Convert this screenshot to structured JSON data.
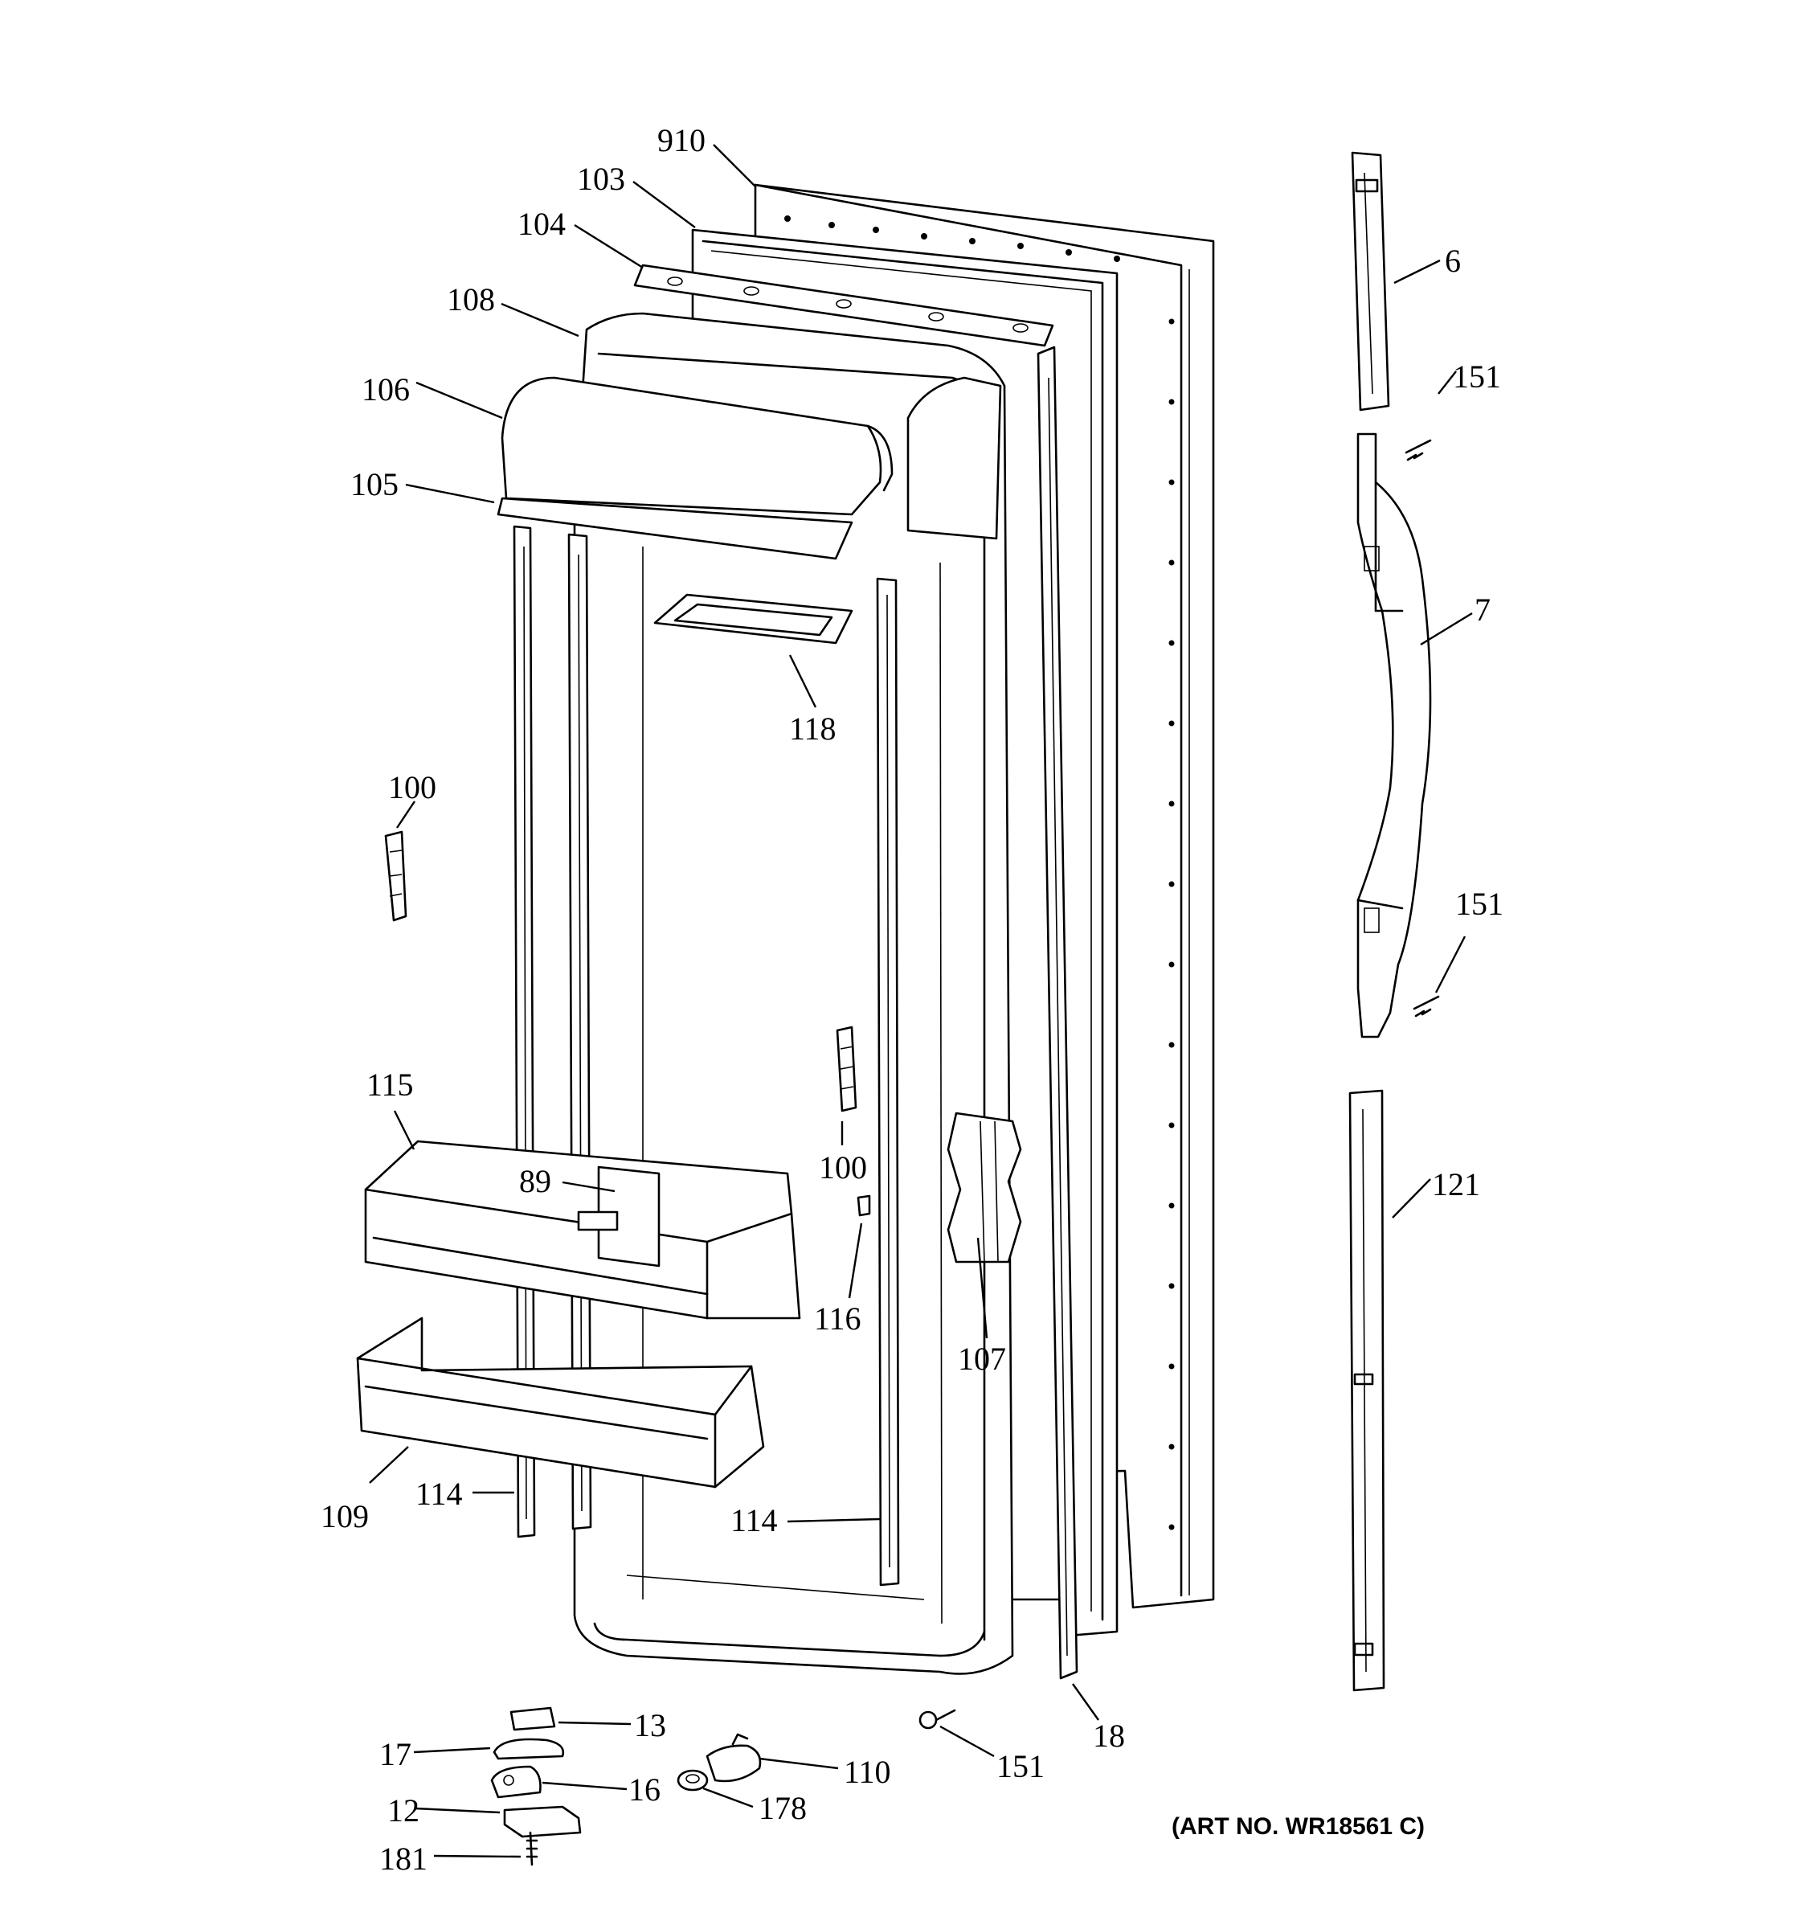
{
  "art_number": "(ART NO. WR18561 C)",
  "parts": {
    "p910": "910",
    "p103": "103",
    "p104": "104",
    "p108": "108",
    "p106": "106",
    "p105": "105",
    "p118": "118",
    "p100_upper": "100",
    "p100_lower": "100",
    "p115": "115",
    "p89": "89",
    "p116": "116",
    "p107": "107",
    "p109": "109",
    "p114_left": "114",
    "p114_right": "114",
    "p13": "13",
    "p17": "17",
    "p16": "16",
    "p12": "12",
    "p181": "181",
    "p110": "110",
    "p178": "178",
    "p151_bottom": "151",
    "p18": "18",
    "p6": "6",
    "p151_top": "151",
    "p7": "7",
    "p151_mid": "151",
    "p121": "121"
  }
}
